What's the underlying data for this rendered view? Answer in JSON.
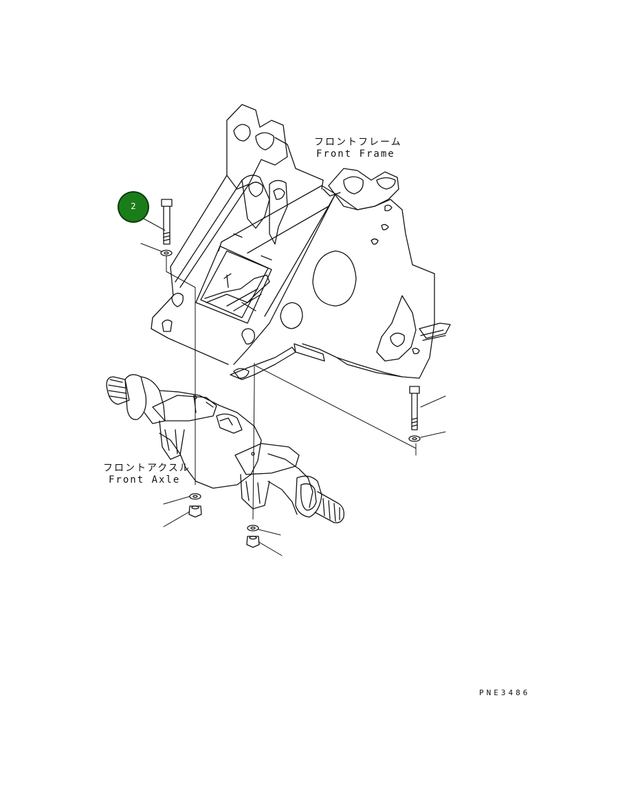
{
  "labels": {
    "front_frame_jp": "フロントフレーム",
    "front_frame_en": "Front Frame",
    "front_axle_jp": "フロントアクスル",
    "front_axle_en": "Front Axle"
  },
  "callout": {
    "number": "2",
    "color": "#1a7d1a"
  },
  "drawing_code": "PNE3486"
}
